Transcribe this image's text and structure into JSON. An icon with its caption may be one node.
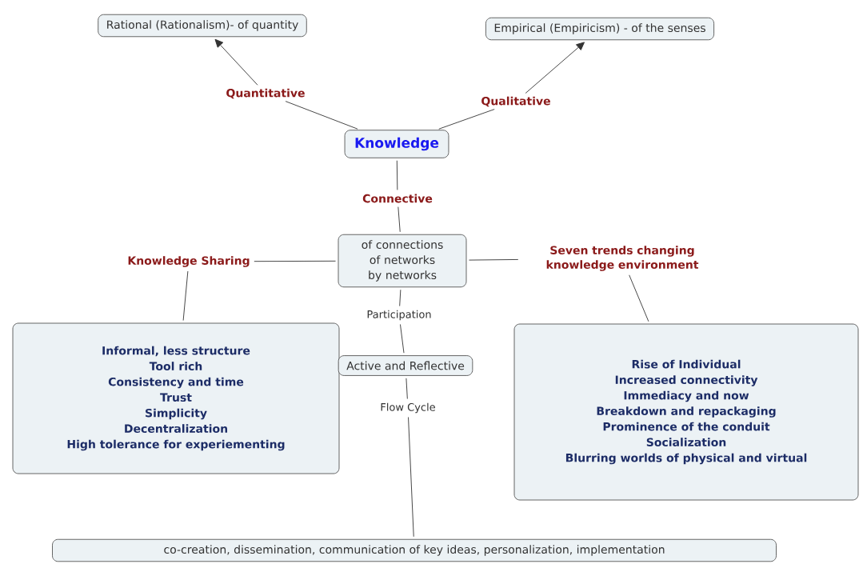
{
  "diagram": {
    "nodes": [
      {
        "text": [
          "Rational (Rationalism)- of quantity"
        ]
      },
      {
        "text": [
          "Empirical (Empiricism) - of the senses"
        ]
      },
      {
        "text": [
          "Quantitative"
        ]
      },
      {
        "text": [
          "Qualitative"
        ]
      },
      {
        "text": [
          "Knowledge"
        ]
      },
      {
        "text": [
          "Connective"
        ]
      },
      {
        "text": [
          "of connections of networks by networks"
        ]
      },
      {
        "text": [
          "Knowledge Sharing"
        ]
      },
      {
        "text": [
          "Seven trends changing knowledge environment"
        ]
      },
      {
        "text": [
          "Participation"
        ]
      },
      {
        "text": [
          "Informal, less structure",
          "Tool rich",
          "Consistency and time",
          "Trust",
          "Simplicity",
          "Decentralization",
          "High tolerance for experiementing"
        ]
      },
      {
        "text": [
          "Active and Reflective"
        ]
      },
      {
        "text": [
          "Rise of Individual",
          "Increased connectivity",
          "Immediacy and now",
          "Breakdown and repackaging",
          "Prominence of the conduit",
          "Socialization",
          "Blurring worlds of physical and virtual"
        ]
      },
      {
        "text": [
          "Flow Cycle"
        ]
      },
      {
        "text": [
          "co-creation, dissemination, communication of key ideas, personalization, implementation"
        ]
      }
    ],
    "edges": [
      {
        "from": 4,
        "to": 2,
        "arrow": "none"
      },
      {
        "from": 2,
        "to": 0,
        "arrow": "to"
      },
      {
        "from": 4,
        "to": 3,
        "arrow": "none"
      },
      {
        "from": 3,
        "to": 1,
        "arrow": "to"
      },
      {
        "from": 4,
        "to": 5,
        "arrow": "none"
      },
      {
        "from": 5,
        "to": 6,
        "arrow": "none"
      },
      {
        "from": 6,
        "to": 7,
        "arrow": "none"
      },
      {
        "from": 7,
        "to": 10,
        "arrow": "none"
      },
      {
        "from": 6,
        "to": 8,
        "arrow": "none"
      },
      {
        "from": 8,
        "to": 12,
        "arrow": "none"
      },
      {
        "from": 6,
        "to": 9,
        "arrow": "none"
      },
      {
        "from": 9,
        "to": 11,
        "arrow": "none"
      },
      {
        "from": 11,
        "to": 13,
        "arrow": "none"
      },
      {
        "from": 13,
        "to": 14,
        "arrow": "none"
      }
    ]
  }
}
